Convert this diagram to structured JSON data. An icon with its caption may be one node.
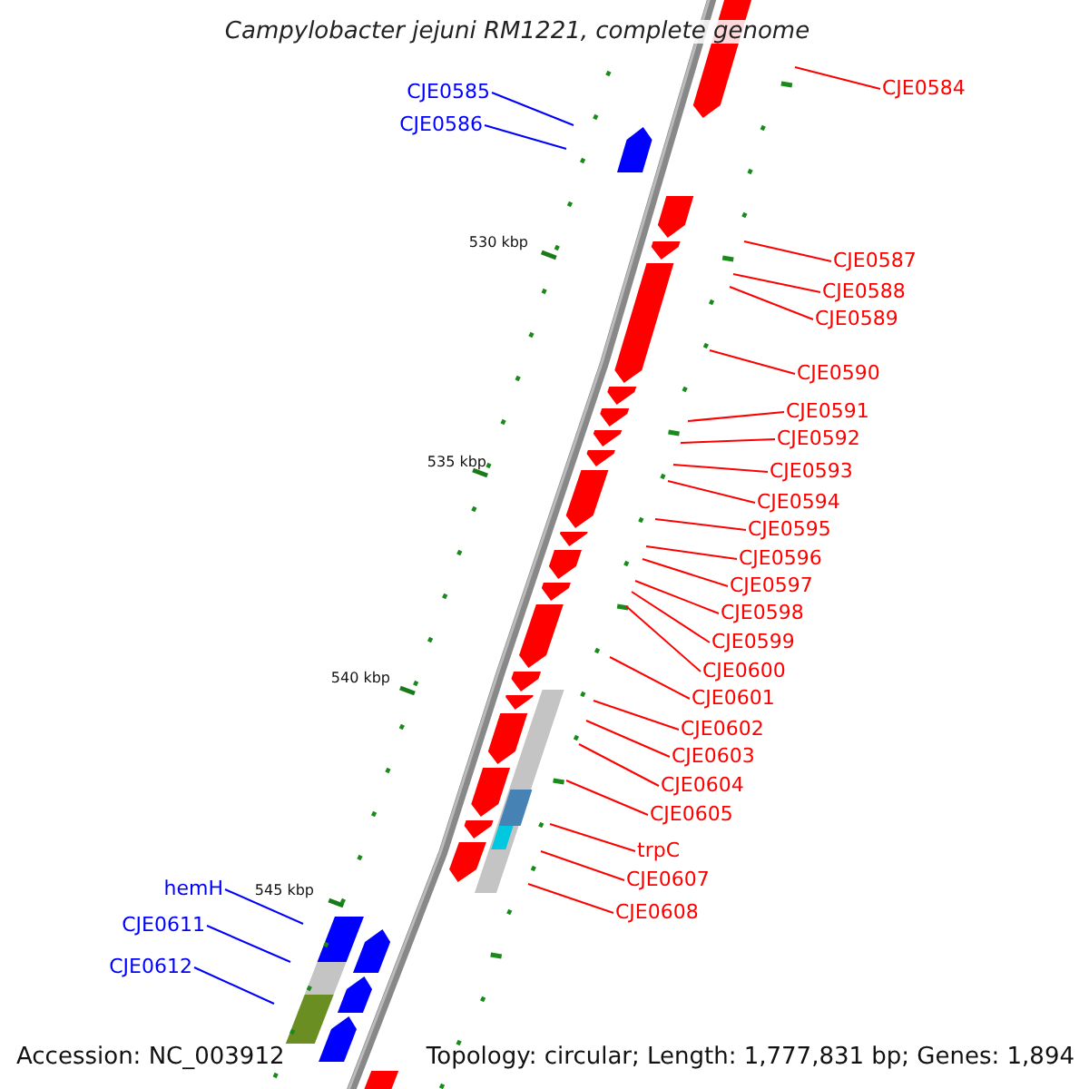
{
  "diagram": {
    "title": "Campylobacter jejuni RM1221, complete genome",
    "nodes": [
      {
        "text": [
          "CJE0584"
        ]
      },
      {
        "text": [
          "CJE0585"
        ]
      },
      {
        "text": [
          "CJE0586"
        ]
      },
      {
        "text": [
          "CJE0587"
        ]
      },
      {
        "text": [
          "CJE0588"
        ]
      },
      {
        "text": [
          "CJE0589"
        ]
      },
      {
        "text": [
          "CJE0590"
        ]
      },
      {
        "text": [
          "CJE0591"
        ]
      },
      {
        "text": [
          "CJE0592"
        ]
      },
      {
        "text": [
          "CJE0593"
        ]
      },
      {
        "text": [
          "CJE0594"
        ]
      },
      {
        "text": [
          "CJE0595"
        ]
      },
      {
        "text": [
          "CJE0596"
        ]
      },
      {
        "text": [
          "CJE0597"
        ]
      },
      {
        "text": [
          "CJE0598"
        ]
      },
      {
        "text": [
          "CJE0599"
        ]
      },
      {
        "text": [
          "CJE0600"
        ]
      },
      {
        "text": [
          "CJE0601"
        ]
      },
      {
        "text": [
          "CJE0602"
        ]
      },
      {
        "text": [
          "CJE0603"
        ]
      },
      {
        "text": [
          "CJE0604"
        ]
      },
      {
        "text": [
          "CJE0605"
        ]
      },
      {
        "text": [
          "trpC"
        ]
      },
      {
        "text": [
          "CJE0607"
        ]
      },
      {
        "text": [
          "CJE0608"
        ]
      },
      {
        "text": [
          "hemH"
        ]
      },
      {
        "text": [
          "CJE0611"
        ]
      },
      {
        "text": [
          "CJE0612"
        ]
      }
    ],
    "edges": [
      {
        "from": 0,
        "to": null,
        "arrow": "none"
      },
      {
        "from": 1,
        "to": null,
        "arrow": "none",
        "color": "#0000ff"
      },
      {
        "from": 2,
        "to": null,
        "arrow": "none",
        "color": "#0000ff"
      },
      {
        "from": 3,
        "to": null,
        "arrow": "none"
      },
      {
        "from": 4,
        "to": null,
        "arrow": "none"
      },
      {
        "from": 5,
        "to": null,
        "arrow": "none"
      },
      {
        "from": 6,
        "to": null,
        "arrow": "none"
      },
      {
        "from": 7,
        "to": null,
        "arrow": "none"
      },
      {
        "from": 8,
        "to": null,
        "arrow": "none"
      },
      {
        "from": 9,
        "to": null,
        "arrow": "none"
      },
      {
        "from": 10,
        "to": null,
        "arrow": "none"
      },
      {
        "from": 11,
        "to": null,
        "arrow": "none"
      },
      {
        "from": 12,
        "to": null,
        "arrow": "none"
      },
      {
        "from": 13,
        "to": null,
        "arrow": "none"
      },
      {
        "from": 14,
        "to": null,
        "arrow": "none"
      },
      {
        "from": 15,
        "to": null,
        "arrow": "none"
      },
      {
        "from": 16,
        "to": null,
        "arrow": "none"
      },
      {
        "from": 17,
        "to": null,
        "arrow": "none"
      },
      {
        "from": 18,
        "to": null,
        "arrow": "none"
      },
      {
        "from": 19,
        "to": null,
        "arrow": "none"
      },
      {
        "from": 20,
        "to": null,
        "arrow": "none"
      },
      {
        "from": 21,
        "to": null,
        "arrow": "none"
      },
      {
        "from": 22,
        "to": null,
        "arrow": "none"
      },
      {
        "from": 23,
        "to": null,
        "arrow": "none"
      },
      {
        "from": 24,
        "to": null,
        "arrow": "none"
      },
      {
        "from": 25,
        "to": null,
        "arrow": "none",
        "color": "#0000ff"
      },
      {
        "from": 26,
        "to": null,
        "arrow": "none",
        "color": "#0000ff"
      },
      {
        "from": 27,
        "to": null,
        "arrow": "none",
        "color": "#0000ff"
      }
    ],
    "labels": [
      "530 kbp",
      "535 kbp",
      "540 kbp",
      "545 kbp",
      "Accession: NC_003912",
      "Topology: circular; Length: 1,777,831 bp; Genes: 1,894"
    ]
  }
}
